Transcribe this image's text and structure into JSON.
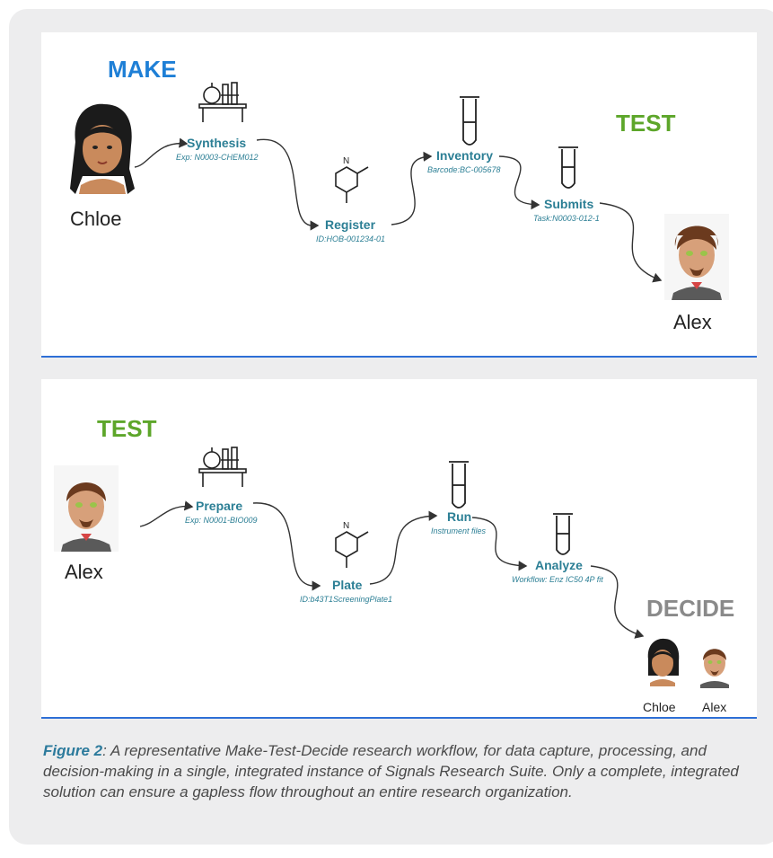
{
  "caption": {
    "label": "Figure 2",
    "text": ":  A representative Make-Test-Decide research workflow, for data capture, processing, and decision-making in a single, integrated instance of Signals Research Suite. Only a complete, integrated solution can ensure a gapless flow throughout an entire research organization."
  },
  "panel1": {
    "stage_make": "MAKE",
    "stage_test": "TEST",
    "person_left": "Chloe",
    "person_right": "Alex",
    "steps": [
      {
        "title": "Synthesis",
        "sub": "Exp: N0003-CHEM012"
      },
      {
        "title": "Register",
        "sub": "ID:HOB-001234-01"
      },
      {
        "title": "Inventory",
        "sub": "Barcode:BC-005678"
      },
      {
        "title": "Submits",
        "sub": "Task:N0003-012-1"
      }
    ]
  },
  "panel2": {
    "stage_test": "TEST",
    "stage_decide": "DECIDE",
    "person_left": "Alex",
    "decider_1": "Chloe",
    "decider_2": "Alex",
    "steps": [
      {
        "title": "Prepare",
        "sub": "Exp: N0001-BIO009"
      },
      {
        "title": "Plate",
        "sub": "ID:b43T1ScreeningPlate1"
      },
      {
        "title": "Run",
        "sub": "Instrument files"
      },
      {
        "title": "Analyze",
        "sub": "Workflow: Enz IC50 4P fit"
      }
    ]
  },
  "colors": {
    "make": "#1e7fd6",
    "test": "#5da62a",
    "decide": "#8a8a8a",
    "step_title": "#2c7f95",
    "accent_line": "#2e6fd6"
  }
}
